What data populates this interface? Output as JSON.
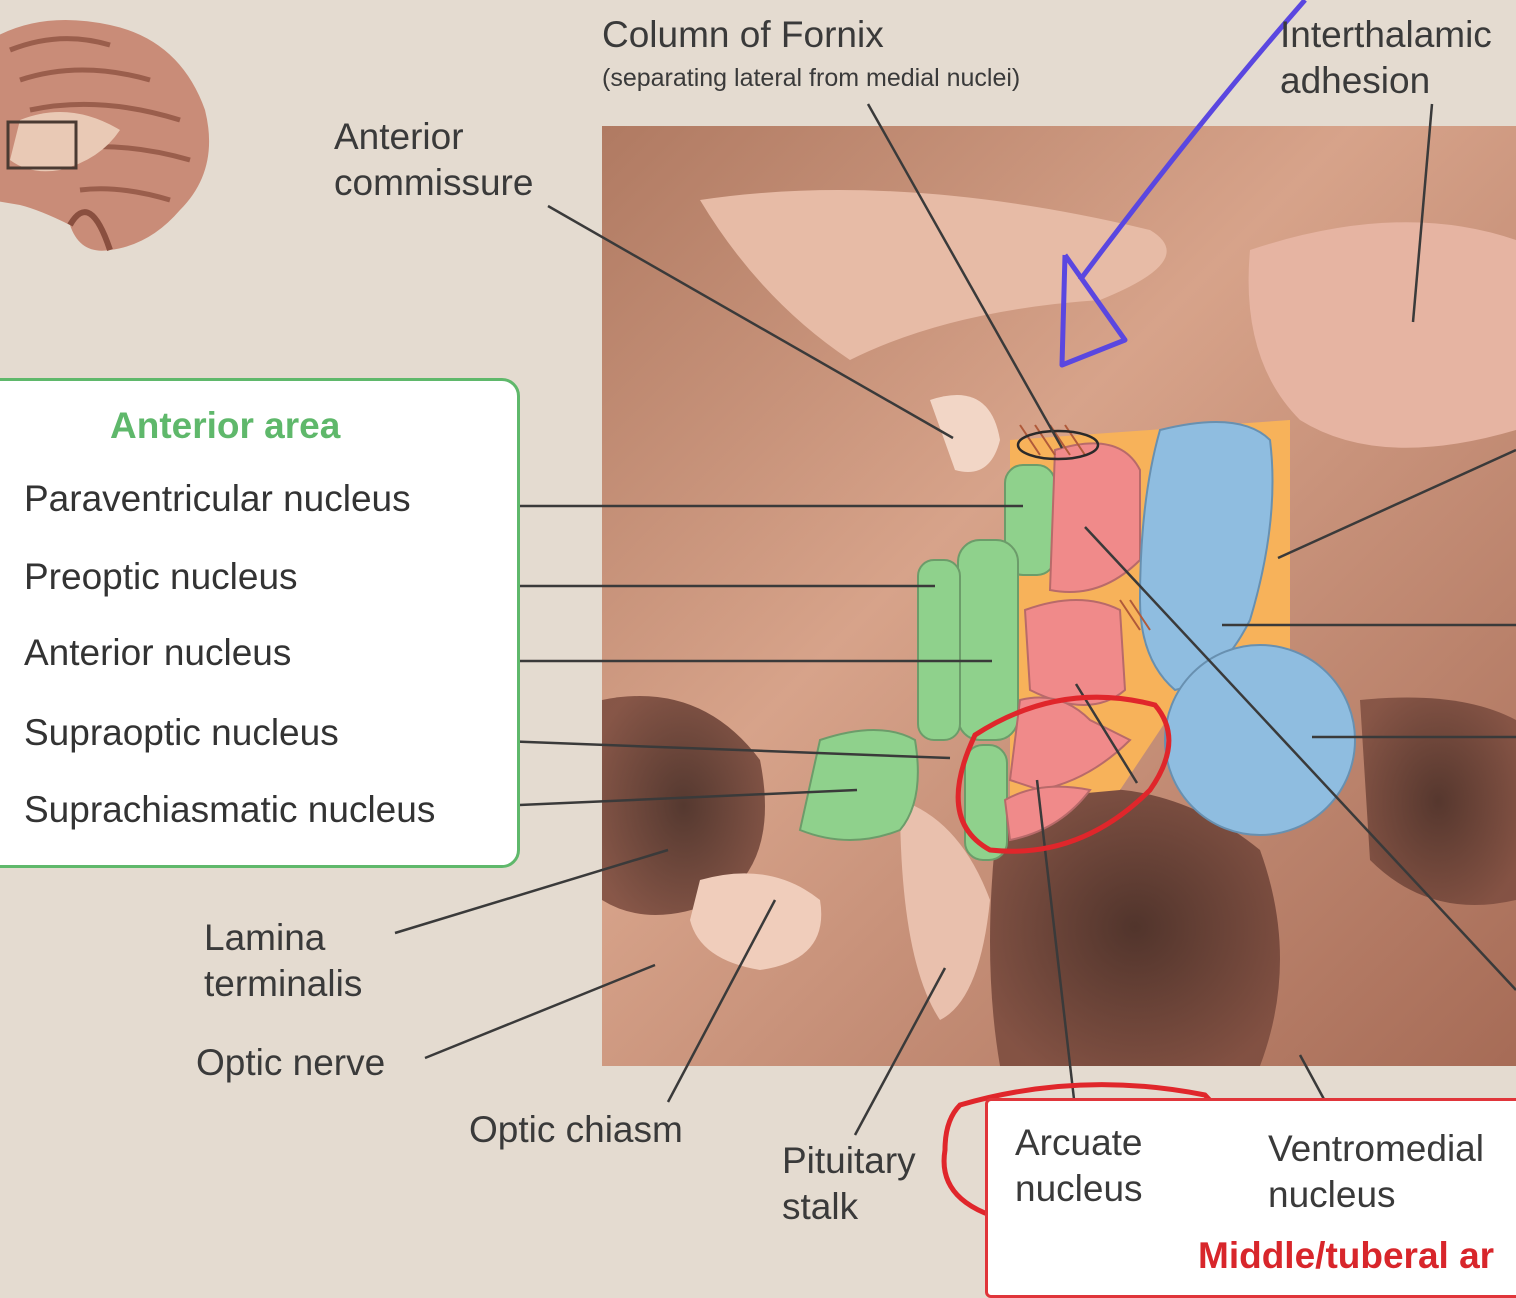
{
  "labels": {
    "column_of_fornix": "Column of Fornix",
    "column_of_fornix_note": "(separating lateral from medial nuclei)",
    "interthalamic_adhesion": "Interthalamic\nadhesion",
    "anterior_commissure": "Anterior\ncommissure",
    "lamina_terminalis": "Lamina\nterminalis",
    "optic_nerve": "Optic nerve",
    "optic_chiasm": "Optic chiasm",
    "pituitary_stalk": "Pituitary\nstalk",
    "arcuate_nucleus": "Arcuate\nnucleus",
    "ventromedial_nucleus": "Ventromedial\nnucleus"
  },
  "anterior_area": {
    "title": "Anterior area",
    "items": [
      "Paraventricular nucleus",
      "Preoptic nucleus",
      "Anterior nucleus",
      "Supraoptic nucleus",
      "Suprachiasmatic nucleus"
    ]
  },
  "middle_area": {
    "title": "Middle/tuberal ar"
  },
  "colors": {
    "anterior_green": "#5fb86b",
    "middle_red": "#e0353a",
    "nucleus_green": "#8fd18c",
    "nucleus_pink": "#f08a8a",
    "nucleus_blue": "#8fbde0",
    "nucleus_orange": "#f7b25a",
    "annotation_red": "#e0262b",
    "annotation_purple": "#5a47e0",
    "annotation_green": "#2f9a48"
  }
}
